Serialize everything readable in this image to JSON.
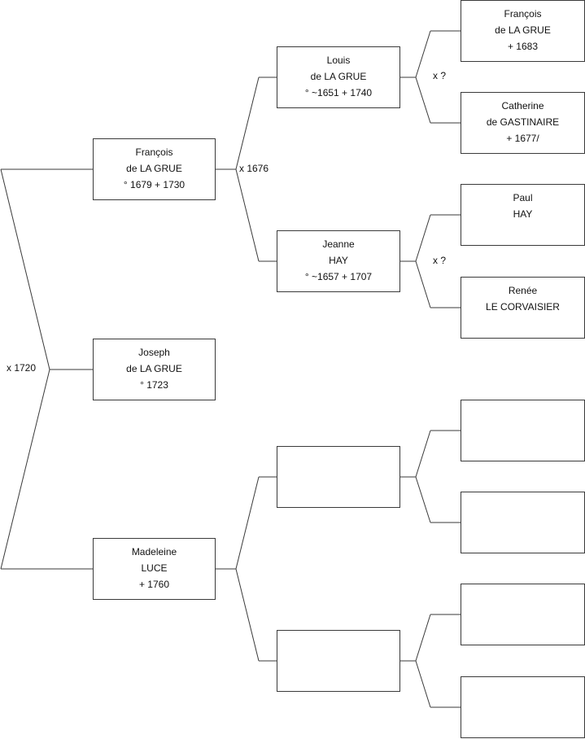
{
  "tree": {
    "persons": {
      "root": {
        "lines": [
          "Joseph",
          "de LA GRUE",
          "° 1723"
        ]
      },
      "father": {
        "lines": [
          "François",
          "de LA GRUE",
          "° 1679 + 1730"
        ]
      },
      "mother": {
        "lines": [
          "Madeleine",
          "LUCE",
          "+ 1760"
        ]
      },
      "p_grandfather": {
        "lines": [
          "Louis",
          "de LA GRUE",
          "° ~1651 + 1740"
        ]
      },
      "p_grandmother": {
        "lines": [
          "Jeanne",
          "HAY",
          "° ~1657 + 1707"
        ]
      },
      "m_grandfather": {
        "lines": []
      },
      "m_grandmother": {
        "lines": []
      },
      "ggf1": {
        "lines": [
          "François",
          "de LA GRUE",
          "+ 1683"
        ]
      },
      "ggm1": {
        "lines": [
          "Catherine",
          "de GASTINAIRE",
          "+ 1677/"
        ]
      },
      "ggf2": {
        "lines": [
          "Paul",
          "HAY"
        ]
      },
      "ggm2": {
        "lines": [
          "Renée",
          "LE CORVAISIER"
        ]
      },
      "ggf3": {
        "lines": []
      },
      "ggm3": {
        "lines": []
      },
      "ggf4": {
        "lines": []
      },
      "ggm4": {
        "lines": []
      }
    },
    "marriages": {
      "parents": "x 1720",
      "p_grandparents": "x 1676",
      "ggp1": "x ?",
      "ggp2": "x ?"
    }
  }
}
